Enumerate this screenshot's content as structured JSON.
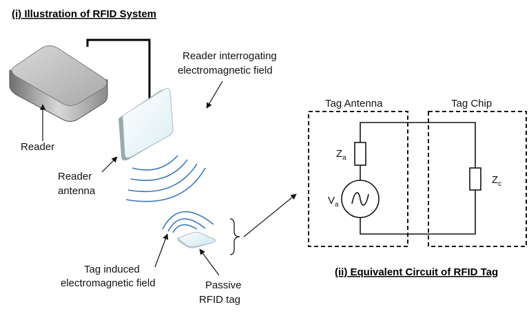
{
  "titles": {
    "illustration": "(i) Illustration of RFID System",
    "circuit": "(ii) Equivalent Circuit of RFID Tag"
  },
  "labels": {
    "reader": "Reader",
    "reader_field_line1": "Reader interrogating",
    "reader_field_line2": "electromagnetic field",
    "reader_antenna_line1": "Reader",
    "reader_antenna_line2": "antenna",
    "tag_field_line1": "Tag induced",
    "tag_field_line2": "electromagnetic field",
    "passive_tag_line1": "Passive",
    "passive_tag_line2": "RFID tag"
  },
  "circuit": {
    "tag_antenna": "Tag Antenna",
    "tag_chip": "Tag Chip",
    "za_main": "Z",
    "za_sub": "a",
    "va_main": "V",
    "va_sub": "a",
    "zc_main": "Z",
    "zc_sub": "c"
  }
}
